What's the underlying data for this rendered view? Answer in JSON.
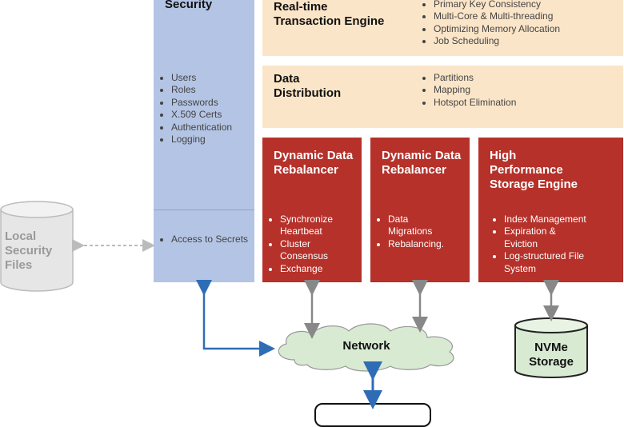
{
  "security": {
    "title": "Security",
    "items": [
      "Users",
      "Roles",
      "Passwords",
      "X.509 Certs",
      "Authentication",
      "Logging"
    ],
    "secrets_items": [
      "Access to Secrets"
    ]
  },
  "realtime_engine": {
    "title": "Real-time Transaction Engine",
    "items": [
      "Primary Key Consistency",
      "Multi-Core & Multi-threading",
      "Optimizing Memory Allocation",
      "Job Scheduling"
    ]
  },
  "data_distribution": {
    "title": "Data Distribution",
    "items": [
      "Partitions",
      "Mapping",
      "Hotspot Elimination"
    ]
  },
  "rebalancer_1": {
    "title": "Dynamic Data Rebalancer",
    "items": [
      "Synchronize Heartbeat",
      "Cluster Consensus",
      "Exchange"
    ]
  },
  "rebalancer_2": {
    "title": "Dynamic Data Rebalancer",
    "items": [
      "Data Migrations",
      "Rebalancing."
    ]
  },
  "storage_engine": {
    "title": "High Performance Storage Engine",
    "items": [
      "Index Management",
      "Expiration & Eviction",
      "Log-structured File System"
    ]
  },
  "local_security_files": {
    "label": "Local Security Files"
  },
  "nvme_storage": {
    "label": "NVMe Storage"
  },
  "network": {
    "label": "Network"
  },
  "colors": {
    "security_bg": "#b4c4e4",
    "engine_bg": "#fbe5c8",
    "red_bg": "#b5312a",
    "cloud_bg": "#d9ead3",
    "blue_arrow": "#2e6db5",
    "gray_arrow": "#888888"
  }
}
